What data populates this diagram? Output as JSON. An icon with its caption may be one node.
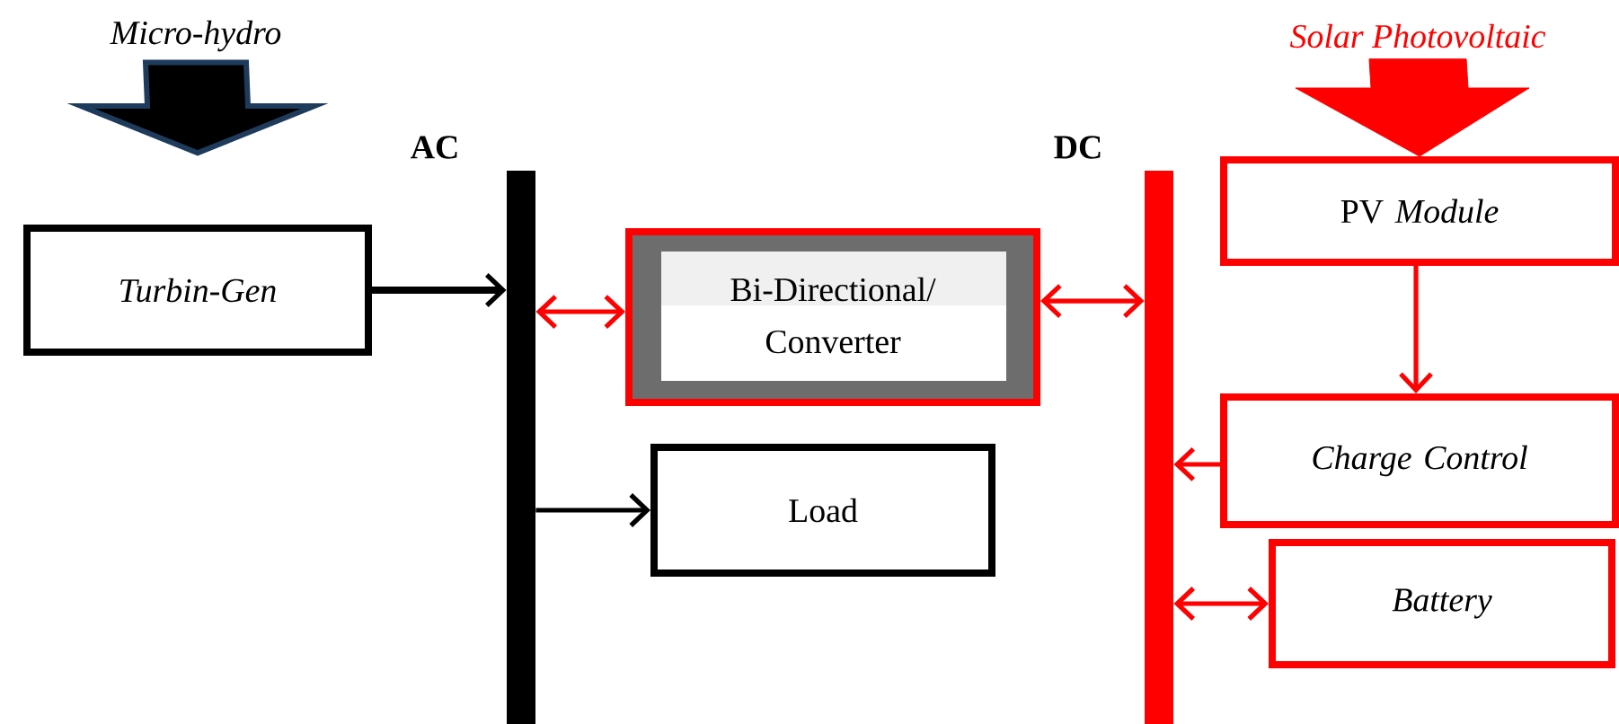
{
  "diagram": {
    "nodes": [
      {
        "text": [
          "Micro-hydro"
        ]
      },
      {
        "text": [
          "Solar Photovoltaic"
        ]
      },
      {
        "text": [
          "AC"
        ]
      },
      {
        "text": [
          "DC"
        ]
      },
      {
        "text": [
          "Turbin-Gen"
        ]
      },
      {
        "text": [
          "Bi-Directional/ Converter"
        ]
      },
      {
        "text": [
          "Load"
        ]
      },
      {
        "text": [
          "PV *Module*"
        ]
      },
      {
        "text": [
          "Charge Control"
        ]
      },
      {
        "text": [
          "Battery"
        ]
      }
    ],
    "edges": [
      {
        "from": 0,
        "to": 4,
        "arrow": "to",
        "style": "thick",
        "color": "#1f3b5c"
      },
      {
        "from": 1,
        "to": 7,
        "arrow": "to",
        "style": "thick"
      },
      {
        "from": 4,
        "to": 2,
        "arrow": "to",
        "color": "#000000"
      },
      {
        "from": 2,
        "to": 5,
        "arrow": "both"
      },
      {
        "from": 5,
        "to": 3,
        "arrow": "both"
      },
      {
        "from": 2,
        "to": 6,
        "arrow": "to",
        "color": "#000000"
      },
      {
        "from": 7,
        "to": 8,
        "arrow": "to"
      },
      {
        "from": 8,
        "to": 3,
        "arrow": "to"
      },
      {
        "from": 3,
        "to": 9,
        "arrow": "both"
      }
    ]
  }
}
